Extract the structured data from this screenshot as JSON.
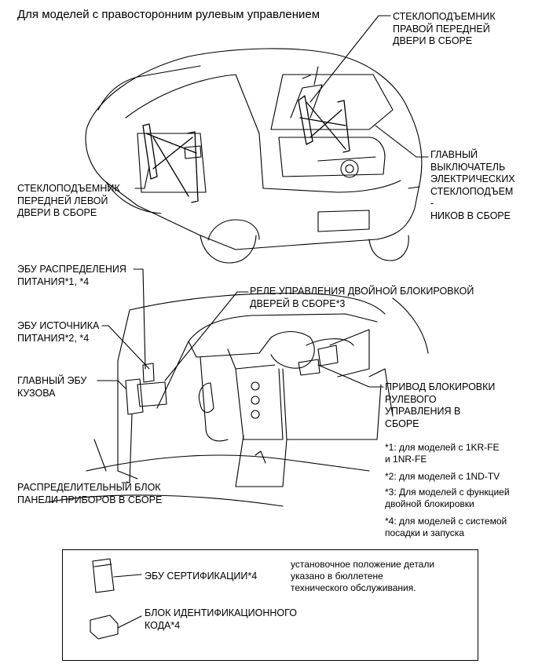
{
  "title": "Для моделей с правосторонним рулевым управлением",
  "labels": {
    "right_front_regulator": "СТЕКЛОПОДЪЕМНИК\nПРАВОЙ ПЕРЕДНЕЙ\nДВЕРИ В СБОРЕ",
    "main_window_switch": "ГЛАВНЫЙ\nВЫКЛЮЧАТЕЛЬ\nЭЛЕКТРИЧЕСКИХ\nСТЕКЛОПОДЪЕМ\n-\nНИКОВ В СБОРЕ",
    "left_front_regulator": "СТЕКЛОПОДЪЕМНИК\nПЕРЕДНЕЙ ЛЕВОЙ\nДВЕРИ В СБОРЕ",
    "power_distribution_ecu": "ЭБУ РАСПРЕДЕЛЕНИЯ\nПИТАНИЯ*1, *4",
    "double_lock_relay": "РЕЛЕ УПРАВЛЕНИЯ ДВОЙНОЙ БЛОКИРОВКОЙ\nДВЕРЕЙ В СБОРЕ*3",
    "power_source_ecu": "ЭБУ ИСТОЧНИКА\nПИТАНИЯ*2, *4",
    "main_body_ecu": "ГЛАВНЫЙ ЭБУ\nКУЗОВА",
    "steering_lock_actuator": "ПРИВОД БЛОКИРОВКИ\nРУЛЕВОГО\nУПРАВЛЕНИЯ В\nСБОРЕ",
    "instrument_panel_junction_block": "РАСПРЕДЕЛИТЕЛЬНЫЙ БЛОК\nПАНЕЛИ ПРИБОРОВ В СБОРЕ"
  },
  "notes": [
    "*1: для моделей с 1KR-FE\nи 1NR-FE",
    "*2: для моделей с 1ND-TV",
    "*3: Для моделей с функцией\nдвойной блокировки",
    "*4: для моделей с системой\nпосадки и запуска"
  ],
  "legend": {
    "certification_ecu": "ЭБУ СЕРТИФИКАЦИИ*4",
    "id_code_box": "БЛОК ИДЕНТИФИКАЦИОННОГО\nКОДА*4",
    "install_note": "установочное положение детали\nуказано в бюллетене\nтехнического обслуживания."
  }
}
